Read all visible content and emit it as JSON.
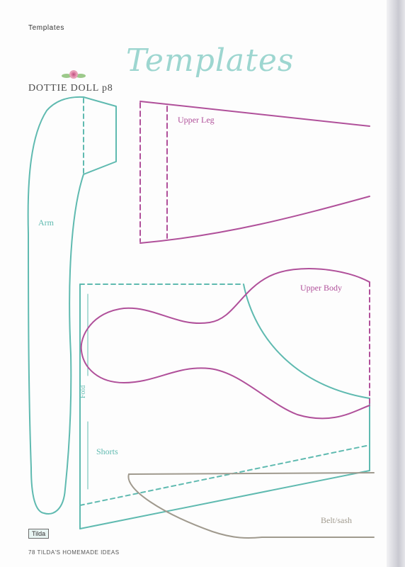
{
  "header": {
    "running_head": "Templates",
    "title": "Templates",
    "section": "DOTTIE DOLL p8"
  },
  "labels": {
    "upper_leg": "Upper Leg",
    "arm": "Arm",
    "upper_body": "Upper Body",
    "fold": "Fold",
    "shorts": "Shorts",
    "belt_sash": "Belt/sash"
  },
  "footer": {
    "brand": "Tilda",
    "folio": "78  TILDA'S HOMEMADE IDEAS"
  },
  "colors": {
    "teal": "#5fbab0",
    "magenta": "#b0509a",
    "taupe": "#a09a8e",
    "title": "#9dd6d0"
  },
  "icons": {
    "ornament": "rose-flower-icon"
  }
}
